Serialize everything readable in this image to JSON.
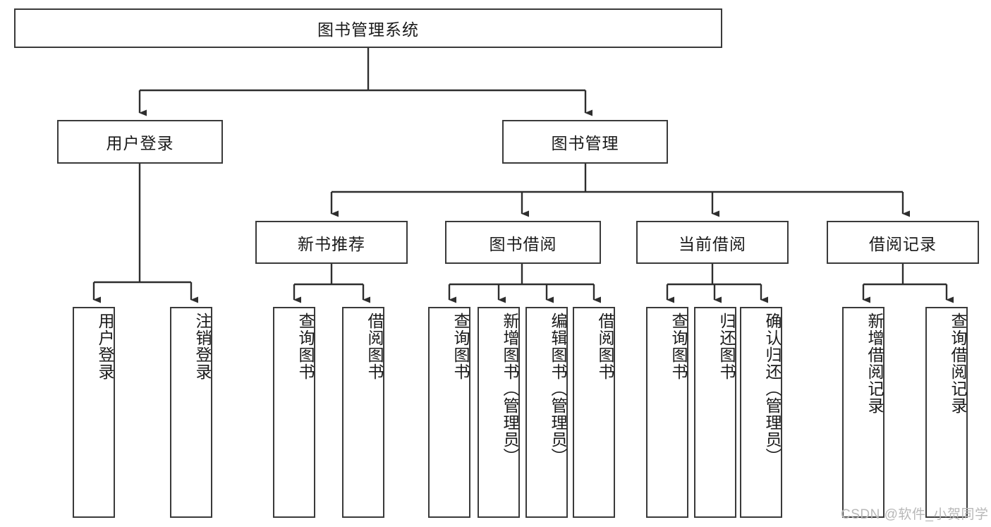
{
  "diagram": {
    "type": "tree-hierarchy",
    "title": "图书管理系统",
    "watermark": "CSDN @软件_小贺同学",
    "colors": {
      "box_border": "#3a3a3a",
      "box_fill": "#ffffff",
      "connector": "#2e2e2e",
      "text": "#1a1a1a",
      "watermark": "#b8b8b8"
    },
    "root": {
      "label": "图书管理系统"
    },
    "level2": [
      {
        "label": "用户登录"
      },
      {
        "label": "图书管理"
      }
    ],
    "level3": [
      {
        "label": "新书推荐"
      },
      {
        "label": "图书借阅"
      },
      {
        "label": "当前借阅"
      },
      {
        "label": "借阅记录"
      }
    ],
    "leaves": {
      "user_login": [
        {
          "label": "用户登录"
        },
        {
          "label": "注销登录"
        }
      ],
      "new_book_recommend": [
        {
          "label": "查询图书"
        },
        {
          "label": "借阅图书"
        }
      ],
      "book_borrow": [
        {
          "label": "查询图书"
        },
        {
          "label": "新增图书（管理员）"
        },
        {
          "label": "编辑图书（管理员）"
        },
        {
          "label": "借阅图书"
        }
      ],
      "current_borrow": [
        {
          "label": "查询图书"
        },
        {
          "label": "归还图书"
        },
        {
          "label": "确认归还（管理员）"
        }
      ],
      "borrow_record": [
        {
          "label": "新增借阅记录"
        },
        {
          "label": "查询借阅记录"
        }
      ]
    }
  }
}
